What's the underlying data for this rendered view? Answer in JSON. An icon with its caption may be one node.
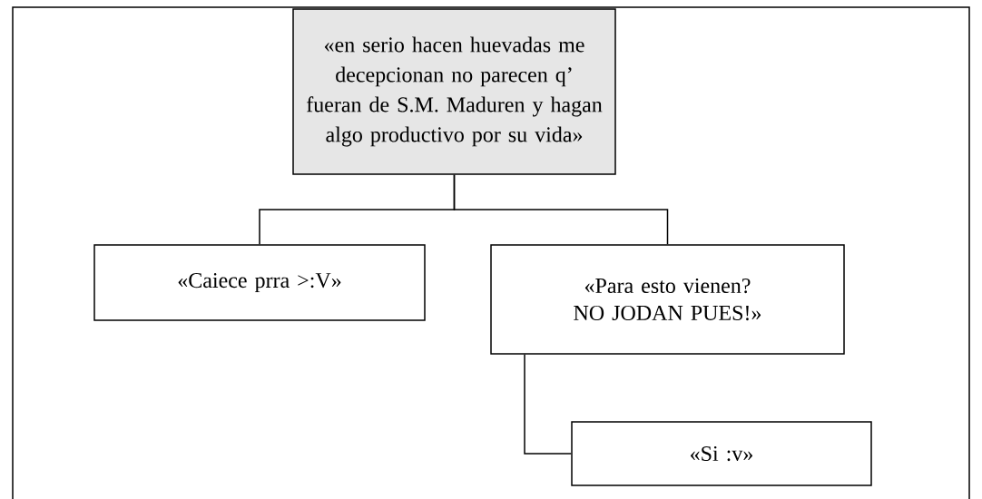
{
  "diagram": {
    "nodes": [
      {
        "text": [
          "«en serio hacen huevadas me decepcionan no parecen q’ fueran de S.M. Maduren y hagan algo productivo por su vida»"
        ]
      },
      {
        "text": [
          "«Caiece prra >:V»"
        ]
      },
      {
        "text": [
          "«Para esto vienen? NO JODAN PUES!»"
        ]
      },
      {
        "text": [
          "«Si :v»"
        ]
      }
    ],
    "edges": [
      {
        "from": 0,
        "to": 1,
        "arrow": "none"
      },
      {
        "from": 0,
        "to": 2,
        "arrow": "none"
      },
      {
        "from": 2,
        "to": 3,
        "arrow": "none"
      }
    ]
  }
}
